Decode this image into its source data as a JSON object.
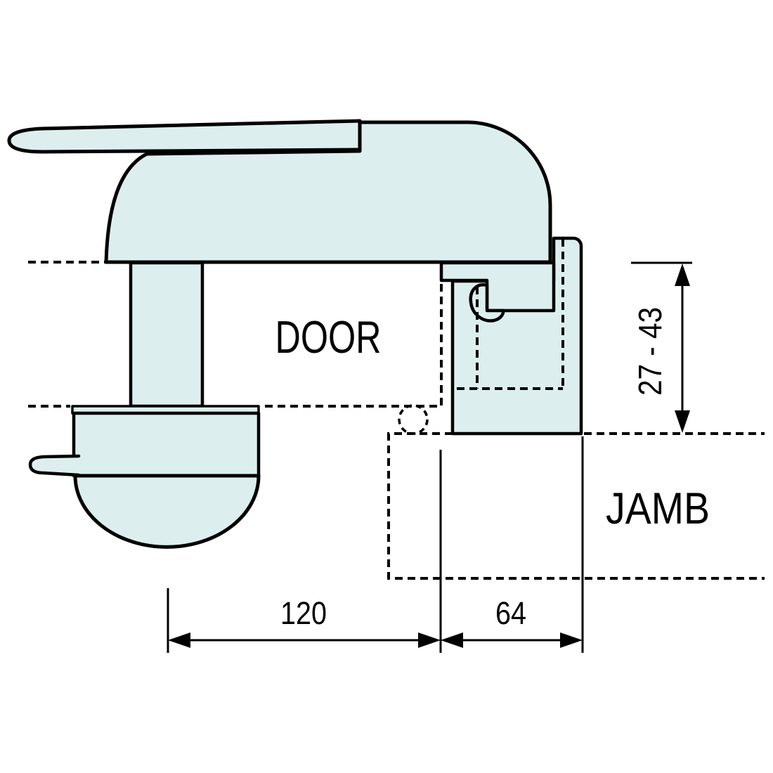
{
  "labels": {
    "door": "DOOR",
    "jamb": "JAMB"
  },
  "dimensions": {
    "backset": "120",
    "jamb_width": "64",
    "thickness_range": "27 - 43"
  },
  "colors": {
    "shape_fill": "#dcefee",
    "line": "#000000",
    "background": "#ffffff"
  }
}
